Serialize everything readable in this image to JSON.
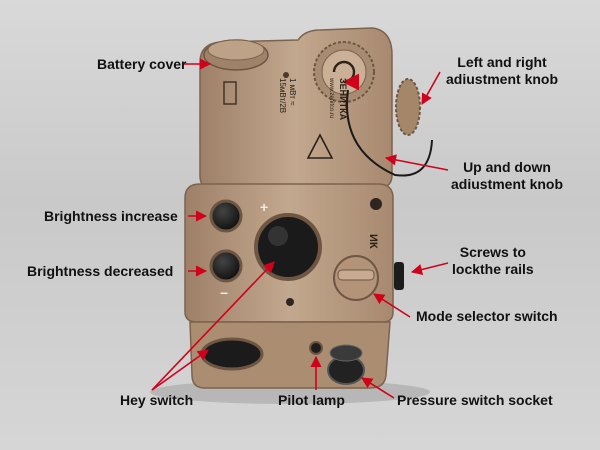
{
  "labels": {
    "battery_cover": "Battery cover",
    "left_right_knob": [
      "Left and right",
      "adiustment knob"
    ],
    "up_down_knob": [
      "Up and down",
      "adiustment knob"
    ],
    "brightness_increase": "Brightness increase",
    "brightness_decreased": "Brightness decreased",
    "screws": [
      "Screws to",
      "lockthe rails"
    ],
    "mode_selector": "Mode selector switch",
    "hey_switch": "Hey switch",
    "pilot_lamp": "Pilot lamp",
    "pressure_socket": "Pressure switch socket"
  },
  "device_markings": {
    "brand": "ЗЕНИТКА",
    "web": "www.zenitco.ru",
    "specs": [
      "1 мВт ≈",
      "15мВт/2В"
    ],
    "plus": "+",
    "minus": "−",
    "ik": "ИК"
  },
  "colors": {
    "device_body": "#b59a7f",
    "device_shadow": "#8a7058",
    "leader_line": "#d0021b",
    "text": "#111111",
    "background": "#d0d0d0"
  }
}
